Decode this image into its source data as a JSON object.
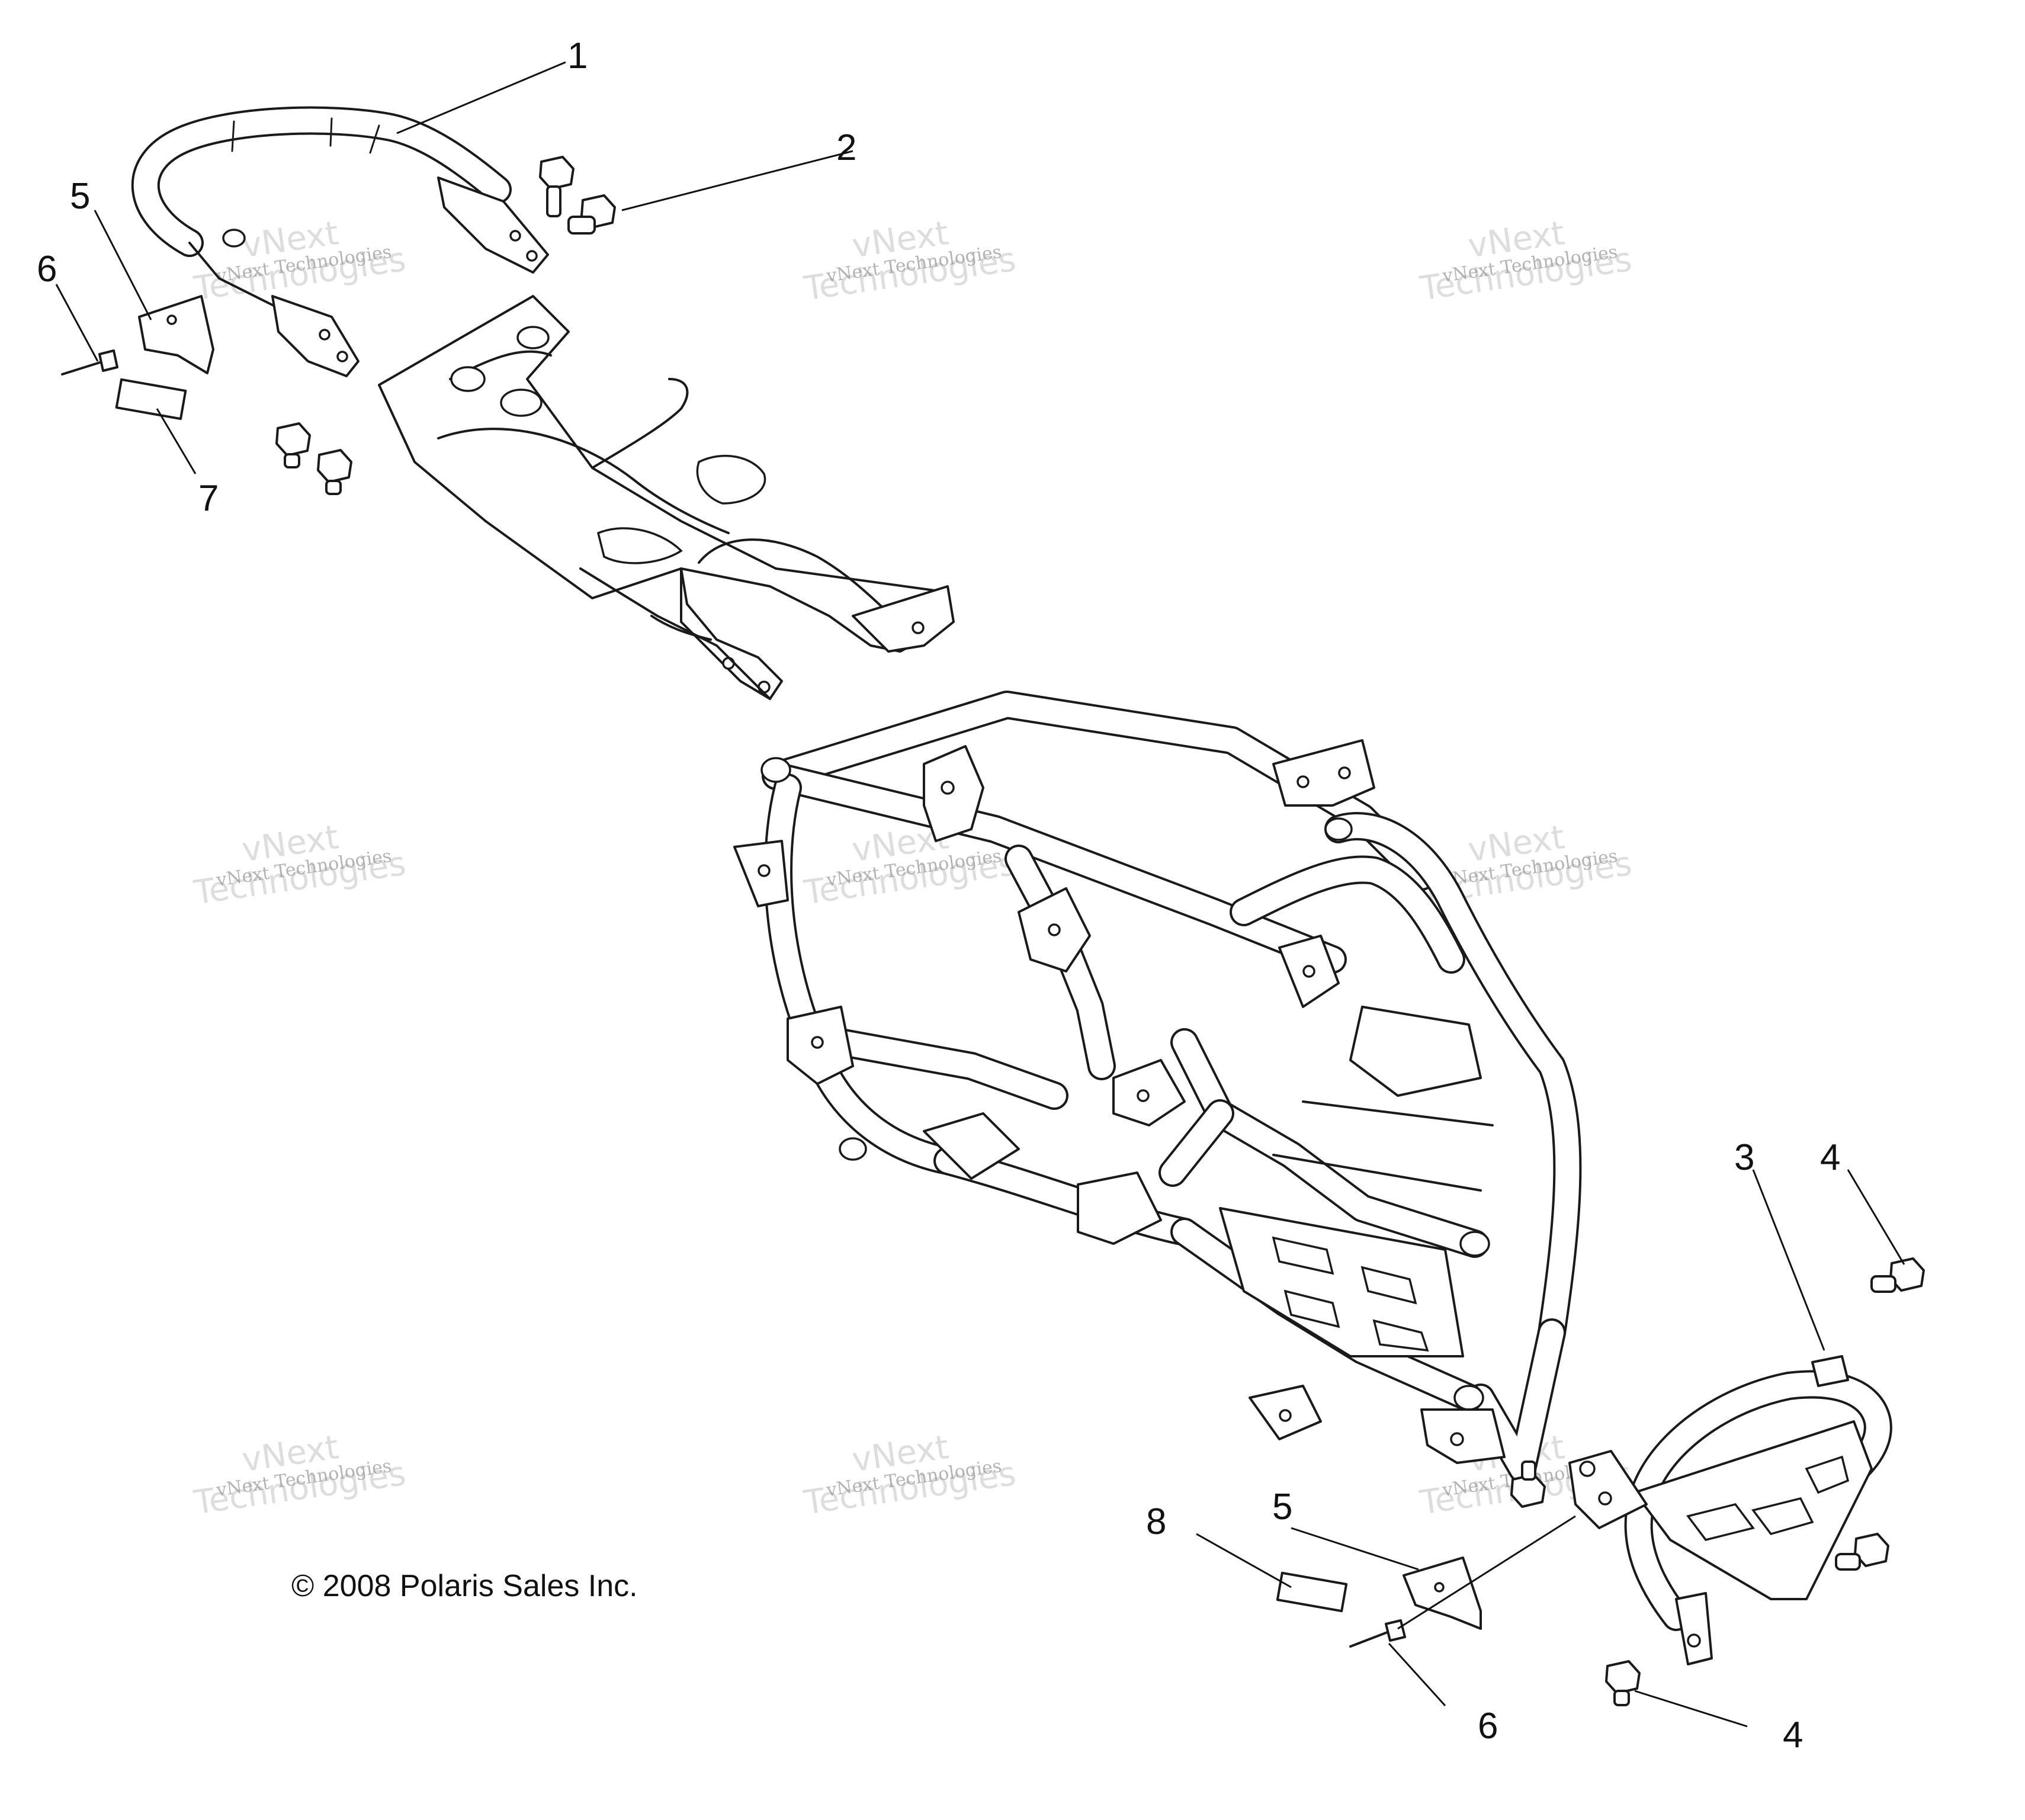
{
  "diagram": {
    "copyright": "© 2008 Polaris Sales Inc.",
    "callouts": {
      "c1": "1",
      "c2": "2",
      "c3": "3",
      "c4a": "4",
      "c4b": "4",
      "c5a": "5",
      "c5b": "5",
      "c6a": "6",
      "c6b": "6",
      "c7": "7",
      "c8": "8"
    },
    "watermark": {
      "line1": "vNext Technologies",
      "line2": "Technologies",
      "line3": "vNext"
    }
  }
}
